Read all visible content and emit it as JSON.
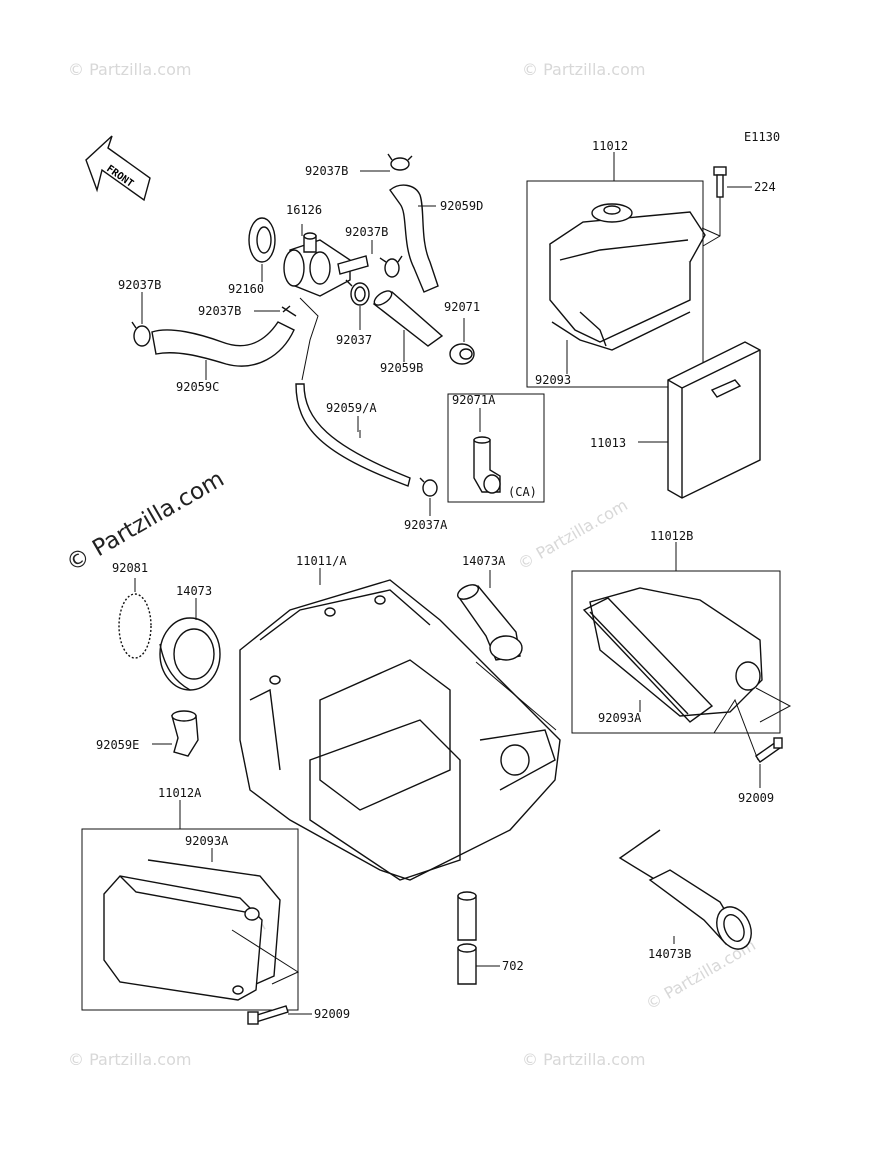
{
  "watermark": {
    "small": "© Partzilla.com",
    "large": "© Partzilla.com"
  },
  "diagram_code": "E1130",
  "front_arrow": "FRONT",
  "labels": {
    "p11012": "11012",
    "p224": "224",
    "p92093": "92093",
    "p11013": "11013",
    "p92071A": "92071A",
    "pCA": "(CA)",
    "p92037B_top": "92037B",
    "p92059D": "92059D",
    "p16126": "16126",
    "p92037B_mid": "92037B",
    "p92160": "92160",
    "p92037B_left": "92037B",
    "p92037B_small": "92037B",
    "p92071": "92071",
    "p92037": "92037",
    "p92059B": "92059B",
    "p92059C": "92059C",
    "p92059A": "92059/A",
    "p92037A": "92037A",
    "p92081": "92081",
    "p14073": "14073",
    "p11011A": "11011/A",
    "p14073A": "14073A",
    "p11012B": "11012B",
    "p92093A_right": "92093A",
    "p92009_right": "92009",
    "p92059E": "92059E",
    "p11012A": "11012A",
    "p92093A_left": "92093A",
    "p702": "702",
    "p14073B": "14073B",
    "p92009_left": "92009"
  }
}
